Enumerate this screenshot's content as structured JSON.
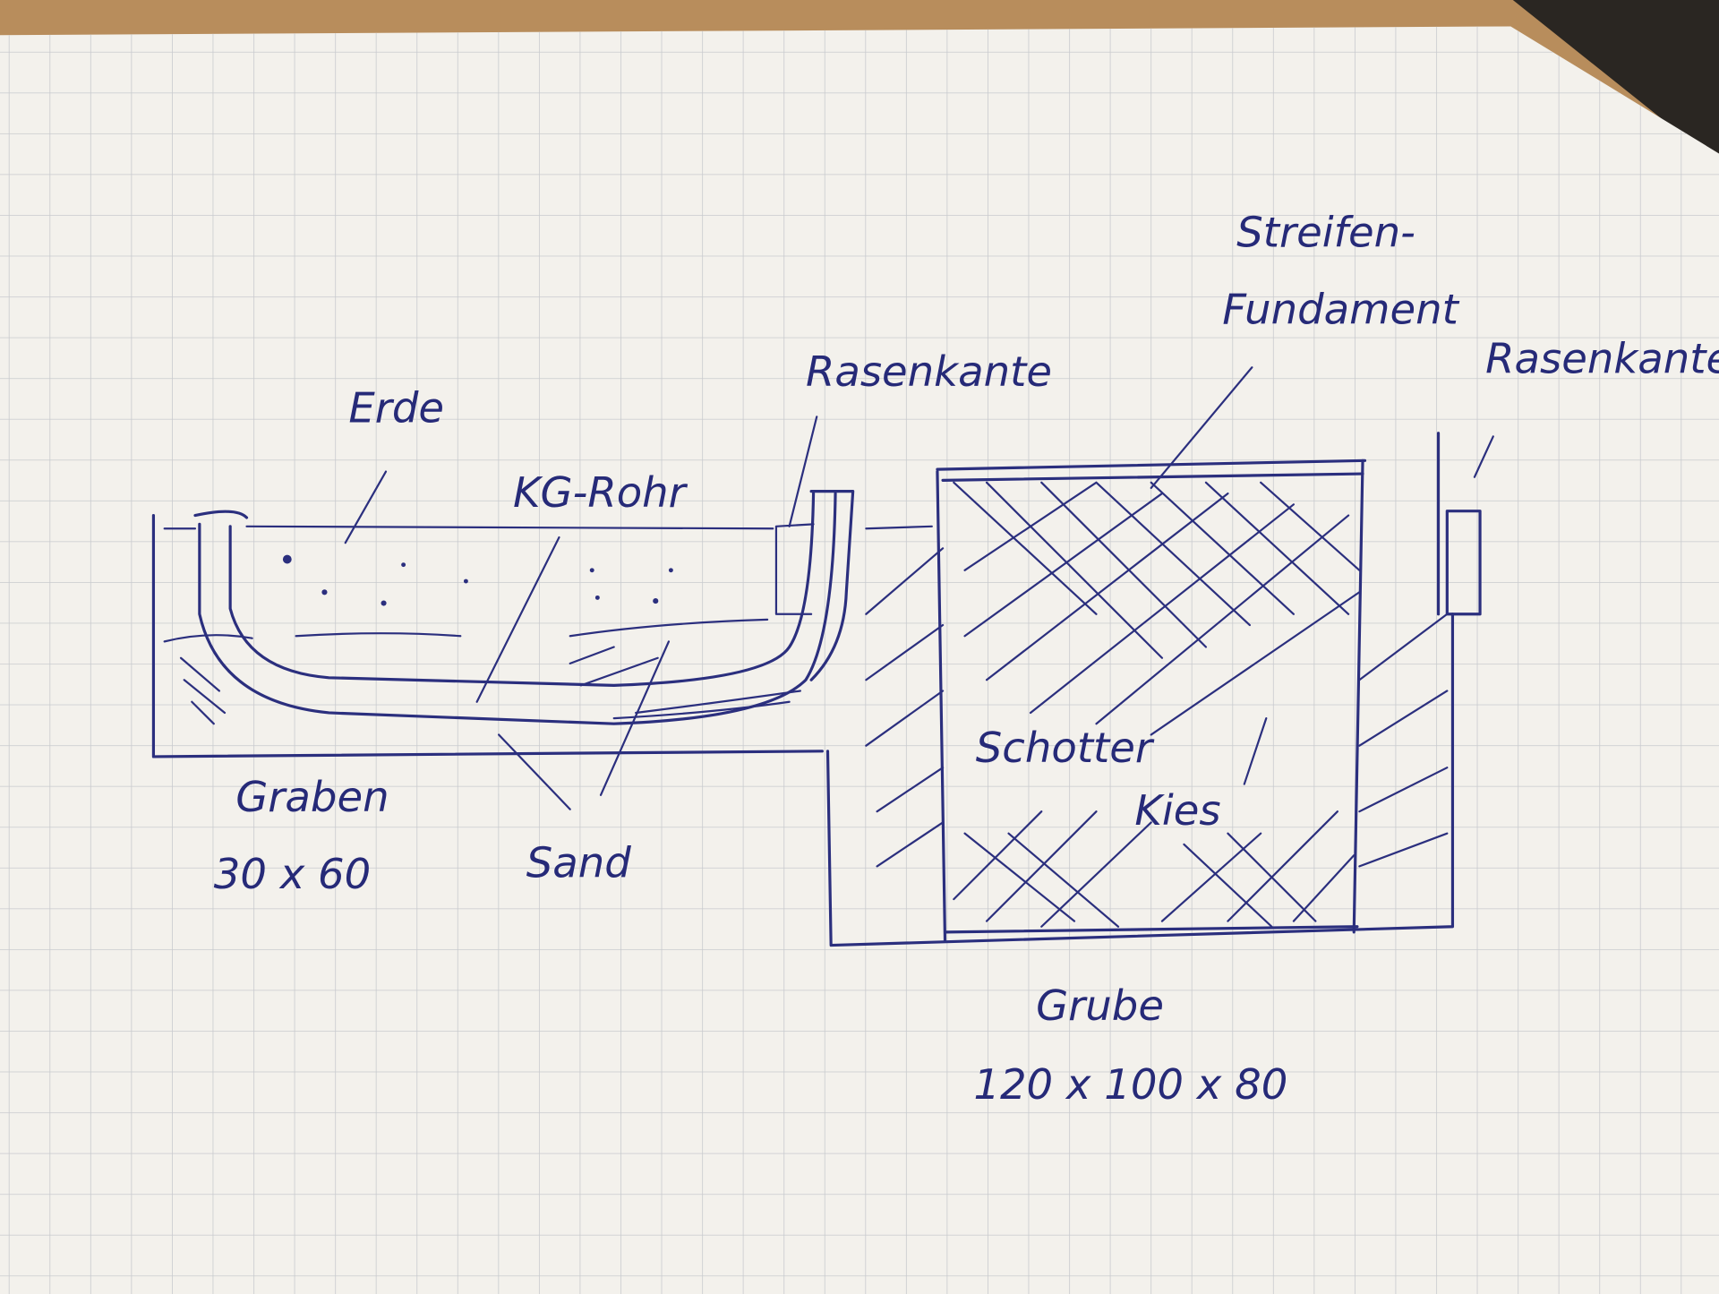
{
  "labels": {
    "erde": "Erde",
    "kg_rohr": "KG-Rohr",
    "rasenkante_left": "Rasenkante",
    "streifen": "Streifen-",
    "fundament": "Fundament",
    "rasenkante_right": "Rasenkante",
    "schotter": "Schotter",
    "kies": "Kies",
    "graben": "Graben",
    "graben_dims": "30 x 60",
    "sand": "Sand",
    "grube": "Grube",
    "grube_dims": "120 x 100 x 80"
  },
  "colors": {
    "ink": "#2b2f7e",
    "paper": "#f3f1ec",
    "grid": "#c9cbd0",
    "wood": "#b88d5c"
  }
}
